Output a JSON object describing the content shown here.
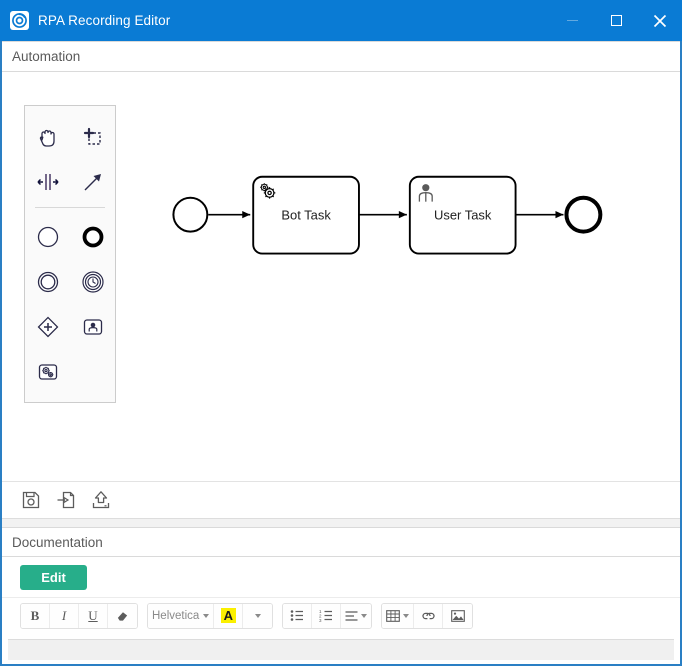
{
  "window": {
    "title": "RPA Recording Editor",
    "app_icon": "rpa-circle-logo-icon",
    "accent_color": "#0a7bd4",
    "controls": {
      "minimize": "minimize-icon",
      "maximize": "maximize-icon",
      "close": "close-icon"
    }
  },
  "automation_panel": {
    "title": "Automation",
    "palette": {
      "tools": [
        {
          "name": "hand-tool-icon",
          "title": "Activate the hand tool"
        },
        {
          "name": "lasso-tool-icon",
          "title": "Activate the lasso tool"
        },
        {
          "name": "space-tool-icon",
          "title": "Activate the create/remove space tool"
        },
        {
          "name": "global-connect-tool-icon",
          "title": "Activate the global connect tool"
        }
      ],
      "shapes": [
        {
          "name": "start-event-icon",
          "title": "Create StartEvent"
        },
        {
          "name": "end-event-icon",
          "title": "Create EndEvent"
        },
        {
          "name": "intermediate-event-icon",
          "title": "Create Intermediate/Boundary Event"
        },
        {
          "name": "timer-event-icon",
          "title": "Create Timer Event"
        },
        {
          "name": "gateway-icon",
          "title": "Create Gateway"
        },
        {
          "name": "user-task-icon",
          "title": "Create User Task"
        },
        {
          "name": "bot-task-icon",
          "title": "Create Bot Task"
        }
      ]
    },
    "diagram": {
      "start_event": {
        "name": "start-event",
        "label": ""
      },
      "tasks": [
        {
          "name": "bot-task",
          "label": "Bot Task",
          "icon": "gears-icon"
        },
        {
          "name": "user-task",
          "label": "User Task",
          "icon": "person-icon"
        }
      ],
      "end_event": {
        "name": "end-event",
        "label": ""
      }
    },
    "toolbar": [
      {
        "name": "save-diagram-icon",
        "title": "Save"
      },
      {
        "name": "import-diagram-icon",
        "title": "Import"
      },
      {
        "name": "export-diagram-icon",
        "title": "Export"
      }
    ]
  },
  "documentation_panel": {
    "title": "Documentation",
    "edit_button": "Edit",
    "editor_toolbar": {
      "bold": "B",
      "italic": "I",
      "underline": "U",
      "clear_format": "eraser-icon",
      "font_family": "Helvetica",
      "highlight": "A",
      "highlight_color": "#fbf000",
      "unordered_list": "unordered-list-icon",
      "ordered_list": "ordered-list-icon",
      "align": "align-icon",
      "table": "table-icon",
      "link": "link-icon",
      "image": "image-icon"
    },
    "content": ""
  }
}
